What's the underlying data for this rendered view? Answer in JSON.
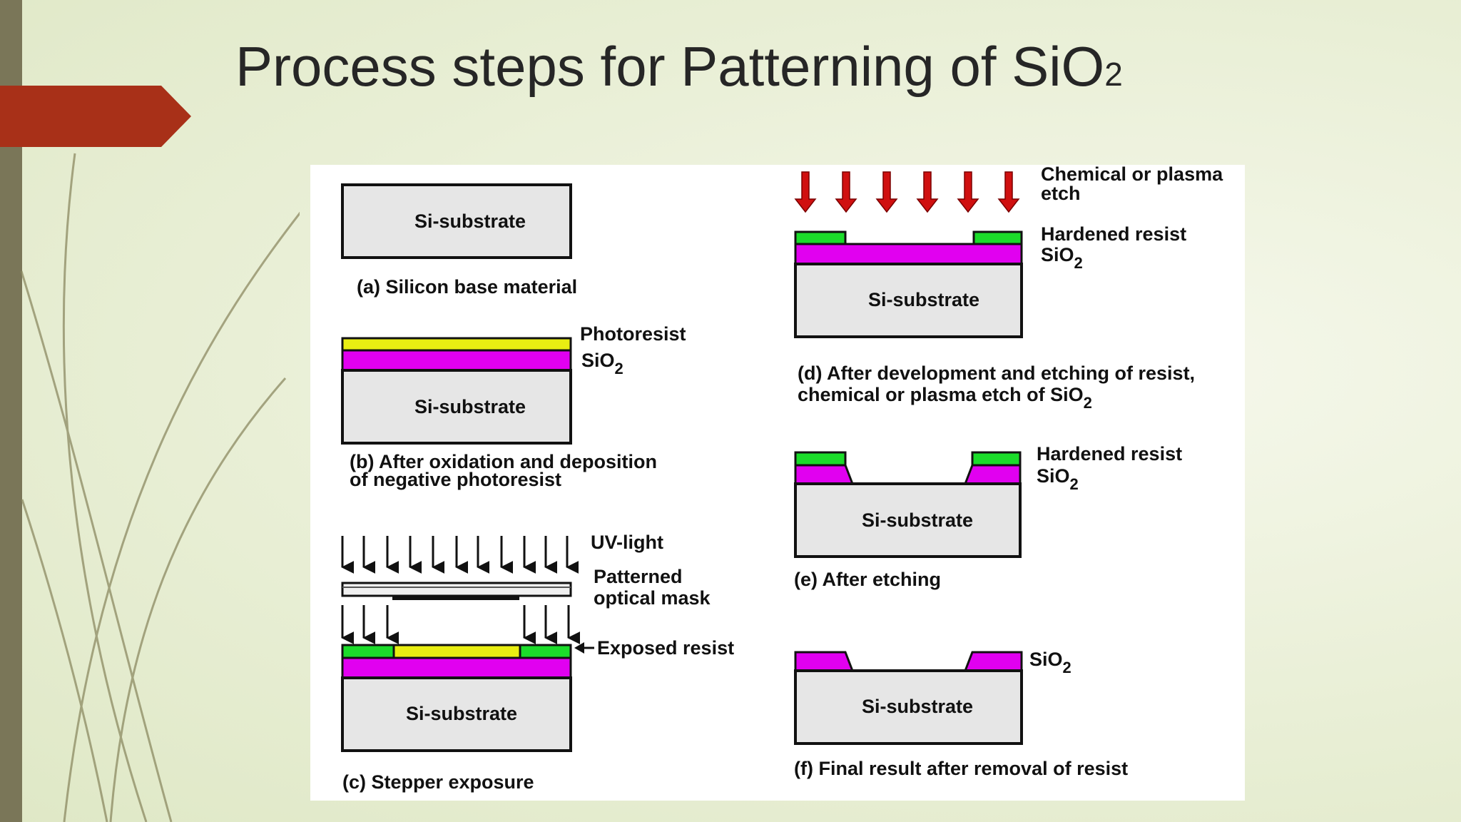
{
  "slide": {
    "title_main": "Process steps for Patterning of SiO",
    "title_sub": "2"
  },
  "diagram": {
    "substrate_label": "Si-substrate",
    "steps": {
      "a": {
        "caption": "(a) Silicon base material"
      },
      "b": {
        "caption_line1": "(b) After oxidation and deposition",
        "caption_line2": "of negative photoresist",
        "label_photoresist": "Photoresist",
        "label_sio2": "SiO",
        "label_sio2_sub": "2"
      },
      "c": {
        "caption": "(c) Stepper exposure",
        "label_uv": "UV-light",
        "label_mask_line1": "Patterned",
        "label_mask_line2": "optical mask",
        "label_exposed": "Exposed resist"
      },
      "d": {
        "caption_line1": "(d) After development and etching of resist,",
        "caption_line2": "chemical or plasma etch of SiO",
        "caption_line2_sub": "2",
        "label_etch_line1": "Chemical or plasma",
        "label_etch_line2": "etch",
        "label_hardened": "Hardened resist",
        "label_sio2": "SiO",
        "label_sio2_sub": "2"
      },
      "e": {
        "caption": "(e) After etching",
        "label_hardened": "Hardened resist",
        "label_sio2": "SiO",
        "label_sio2_sub": "2"
      },
      "f": {
        "caption": "(f) Final result after removal of resist",
        "label_sio2": "SiO",
        "label_sio2_sub": "2"
      }
    },
    "colors": {
      "substrate": "#e6e6e6",
      "sio2": "#e100f0",
      "photoresist": "#e9ee12",
      "exposed_resist": "#1bdc2a",
      "etch_arrow": "#d01010",
      "slide_accent": "#a83018",
      "side_bar": "#7a7658"
    }
  }
}
